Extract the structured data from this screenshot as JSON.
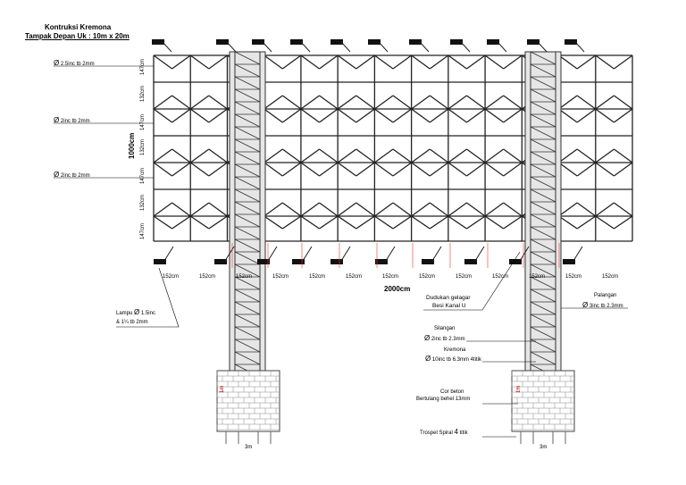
{
  "title": "Kontruksi Kremona",
  "subtitle": "Tampak Depan Uk : 10m x 20m",
  "pipe_labels": [
    {
      "sym": "Ø",
      "text": "2.5inc tb 2mm"
    },
    {
      "sym": "Ø",
      "text": "2inc tb 2mm"
    },
    {
      "sym": "Ø",
      "text": "2inc tb 2mm"
    }
  ],
  "row_heights": [
    "147cm",
    "132cm",
    "147cm",
    "132cm",
    "147cm",
    "132cm",
    "147cm"
  ],
  "total_height": "1000cm",
  "col_widths": [
    "152cm",
    "152cm",
    "152cm",
    "152cm",
    "152cm",
    "152cm",
    "152cm",
    "152cm",
    "152cm",
    "152cm",
    "152cm",
    "152cm",
    "152cm"
  ],
  "total_width": "2000cm",
  "lamp_label": {
    "line1": "Lampu",
    "sym": "Ø",
    "size": "1.5inc",
    "line2": "& 1¼ tb 2mm"
  },
  "beam_label": {
    "line1": "Dudukan gelagar",
    "line2": "Besi Kanal U"
  },
  "palangan": {
    "title": "Palangan",
    "sym": "Ø",
    "spec": "3inc tb 2.3mm"
  },
  "silangan": {
    "title": "Silangan",
    "sym": "Ø",
    "spec": "2inc tb 2.3mm"
  },
  "kremona": {
    "title": "Kremona",
    "sym": "Ø",
    "spec": "10inc tb 6.3mm",
    "extra": "4titik"
  },
  "concrete": {
    "line1": "Cor beton",
    "line2": "Bertulang behel 13mm"
  },
  "anchor": {
    "text": "Trospel Spiral",
    "count": "4",
    "unit": "titik"
  },
  "footing_height": "1m",
  "footing_width": "3m"
}
